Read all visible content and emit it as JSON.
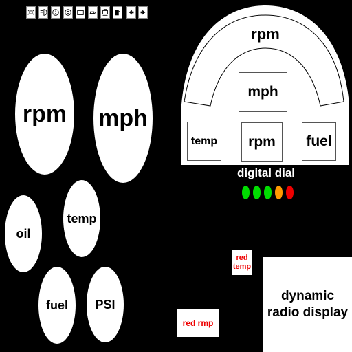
{
  "gauges": {
    "rpm": "rpm",
    "mph": "mph",
    "oil": "oil",
    "temp": "temp",
    "fuel": "fuel",
    "psi": "PSI"
  },
  "cluster": {
    "arc_label": "rpm",
    "mph": "mph",
    "temp": "temp",
    "rpm": "rpm",
    "fuel": "fuel",
    "caption": "digital dial"
  },
  "warning_lights": [
    {
      "color": "#00dd00"
    },
    {
      "color": "#00dd00"
    },
    {
      "color": "#00dd00"
    },
    {
      "color": "#ff9900"
    },
    {
      "color": "#ee0000"
    }
  ],
  "alerts": {
    "red_temp": "red temp",
    "red_rpm": "red rmp",
    "alert_color": "#ee0000"
  },
  "radio": {
    "label": "dynamic radio display"
  },
  "indicator_icons": [
    "light-icon",
    "headlight-icon",
    "brake-icon",
    "tire-icon",
    "battery-icon",
    "oil-can-icon",
    "engine-icon",
    "fuel-pump-icon",
    "left-arrow-icon",
    "right-arrow-icon"
  ]
}
